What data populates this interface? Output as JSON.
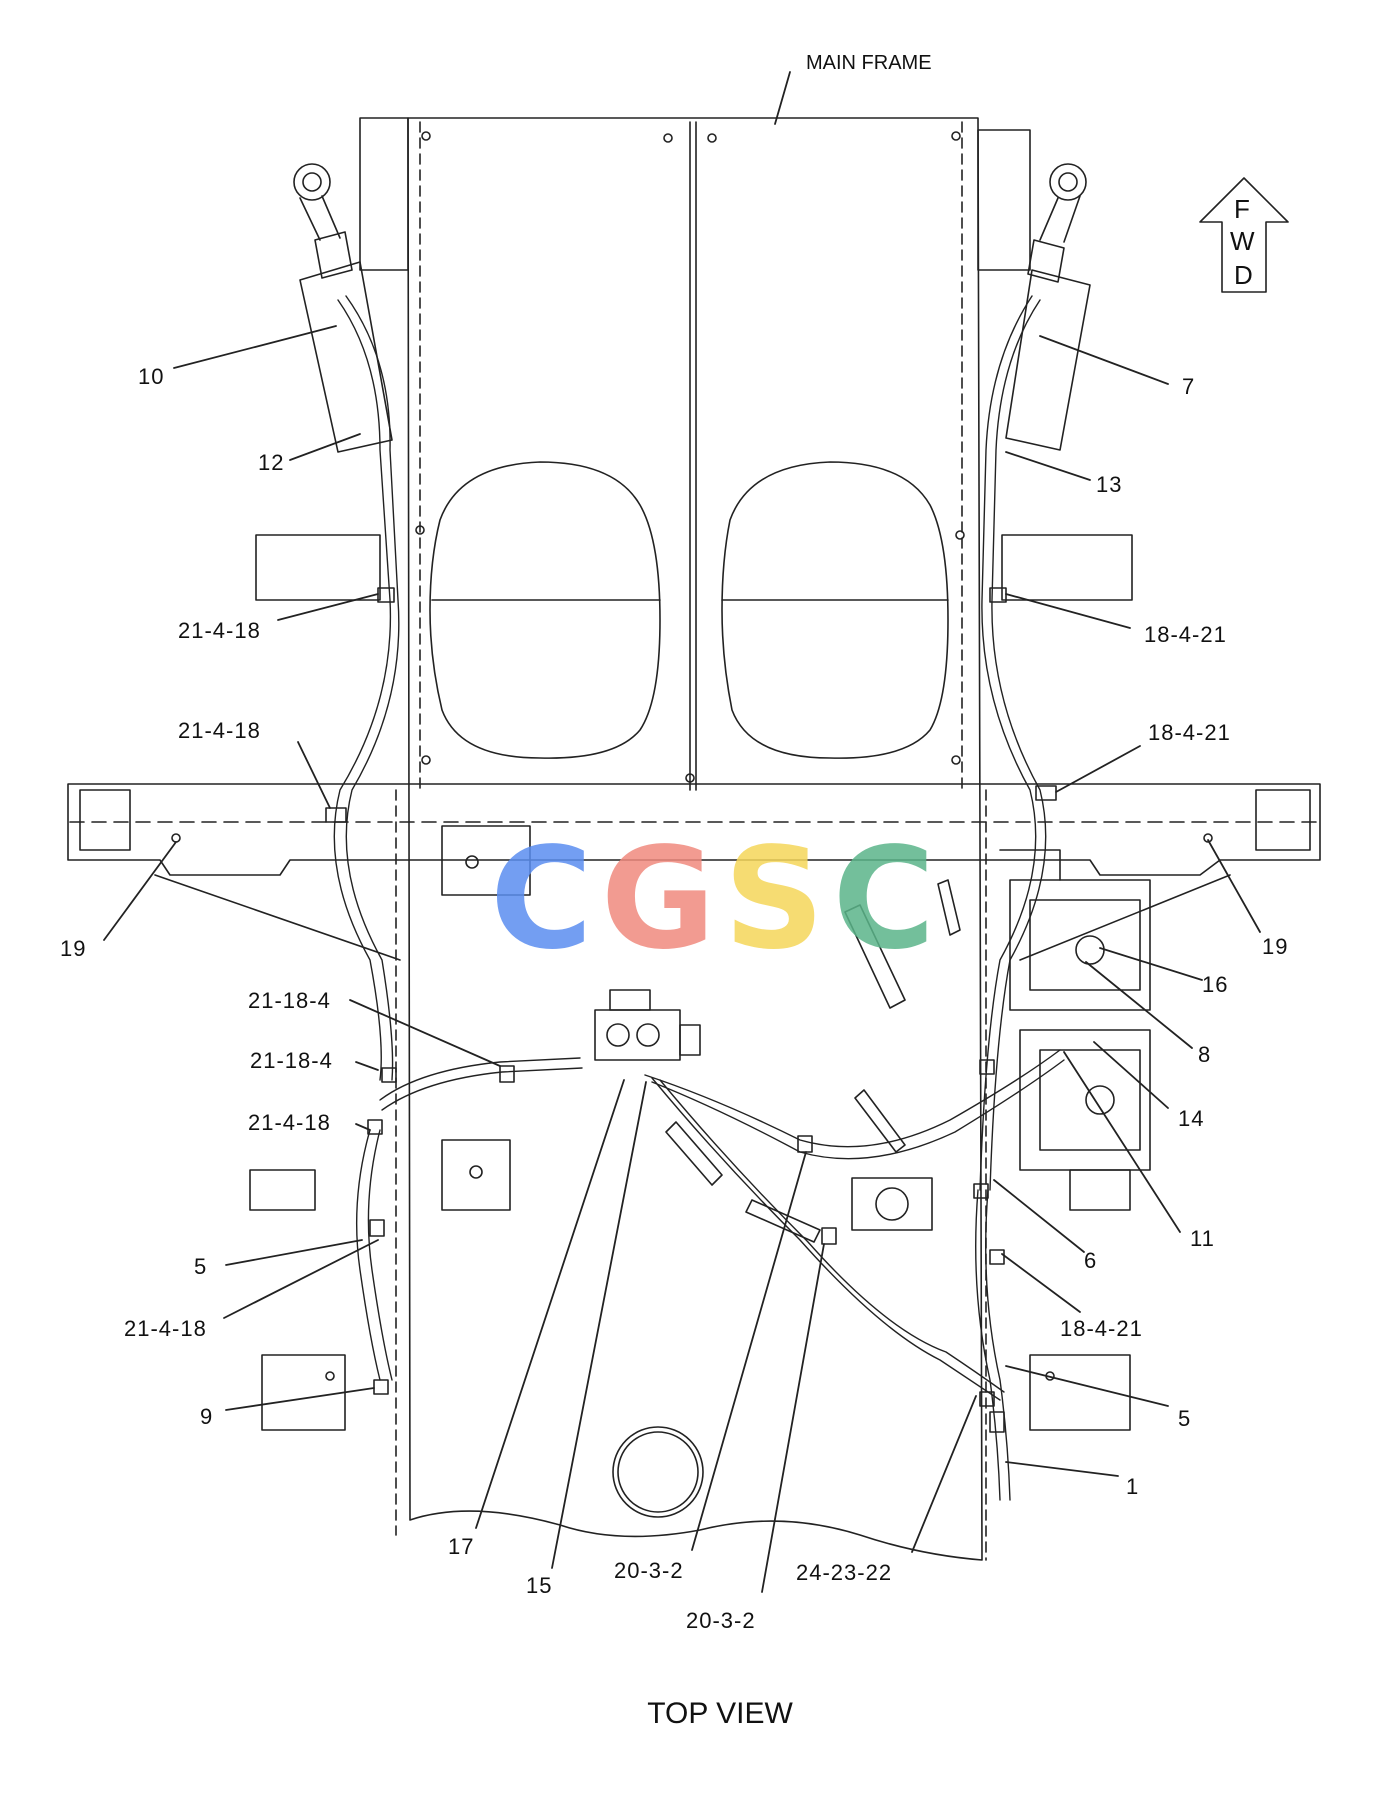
{
  "frame_label": "MAIN FRAME",
  "view_title": "TOP VIEW",
  "fwd_letters": [
    "F",
    "W",
    "D"
  ],
  "watermark": {
    "letters": [
      "C",
      "G",
      "S",
      "C"
    ],
    "colors": [
      "#5b8ef0",
      "#f08a7e",
      "#f5d75a",
      "#5bb58a"
    ]
  },
  "callouts": [
    {
      "id": "c10",
      "text": "10"
    },
    {
      "id": "c12",
      "text": "12"
    },
    {
      "id": "c21-4-18a",
      "text": "21-4-18"
    },
    {
      "id": "c21-4-18b",
      "text": "21-4-18"
    },
    {
      "id": "c19l",
      "text": "19"
    },
    {
      "id": "c21-18-4a",
      "text": "21-18-4"
    },
    {
      "id": "c21-18-4b",
      "text": "21-18-4"
    },
    {
      "id": "c21-4-18c",
      "text": "21-4-18"
    },
    {
      "id": "c5l",
      "text": "5"
    },
    {
      "id": "c21-4-18d",
      "text": "21-4-18"
    },
    {
      "id": "c9",
      "text": "9"
    },
    {
      "id": "c17",
      "text": "17"
    },
    {
      "id": "c15",
      "text": "15"
    },
    {
      "id": "c20-3-2a",
      "text": "20-3-2"
    },
    {
      "id": "c20-3-2b",
      "text": "20-3-2"
    },
    {
      "id": "c24-23-22",
      "text": "24-23-22"
    },
    {
      "id": "c7",
      "text": "7"
    },
    {
      "id": "c13",
      "text": "13"
    },
    {
      "id": "c18-4-21a",
      "text": "18-4-21"
    },
    {
      "id": "c18-4-21b",
      "text": "18-4-21"
    },
    {
      "id": "c19r",
      "text": "19"
    },
    {
      "id": "c16",
      "text": "16"
    },
    {
      "id": "c8",
      "text": "8"
    },
    {
      "id": "c14",
      "text": "14"
    },
    {
      "id": "c11",
      "text": "11"
    },
    {
      "id": "c6",
      "text": "6"
    },
    {
      "id": "c18-4-21c",
      "text": "18-4-21"
    },
    {
      "id": "c5r",
      "text": "5"
    },
    {
      "id": "c1",
      "text": "1"
    }
  ]
}
